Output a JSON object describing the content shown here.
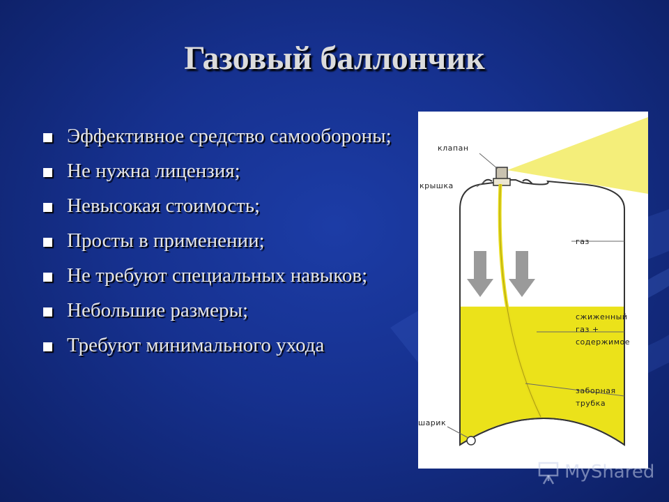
{
  "slide": {
    "title": "Газовый баллончик",
    "bullets": [
      "Эффективное средство самообороны;",
      "Не нужна лицензия;",
      "Невысокая стоимость;",
      "Просты в применении;",
      "Не требуют специальных навыков;",
      "Небольшие размеры;",
      "Требуют минимального ухода"
    ]
  },
  "diagram": {
    "labels": {
      "valve": "клапан",
      "cap": "крышка",
      "gas": "газ",
      "liquid_line1": "сжиженный",
      "liquid_line2": "газ +",
      "liquid_line3": "содержимое",
      "tube_line1": "заборная",
      "tube_line2": "трубка",
      "ball": "шарик"
    },
    "liquid_fill_fraction": 0.48
  },
  "watermark": {
    "text": "MyShared"
  },
  "colors": {
    "background": "#16318f",
    "title": "#dcdcdc",
    "text": "#e6e6e6",
    "liquid": "#ebe21a",
    "spray": "#f4ee7a"
  }
}
